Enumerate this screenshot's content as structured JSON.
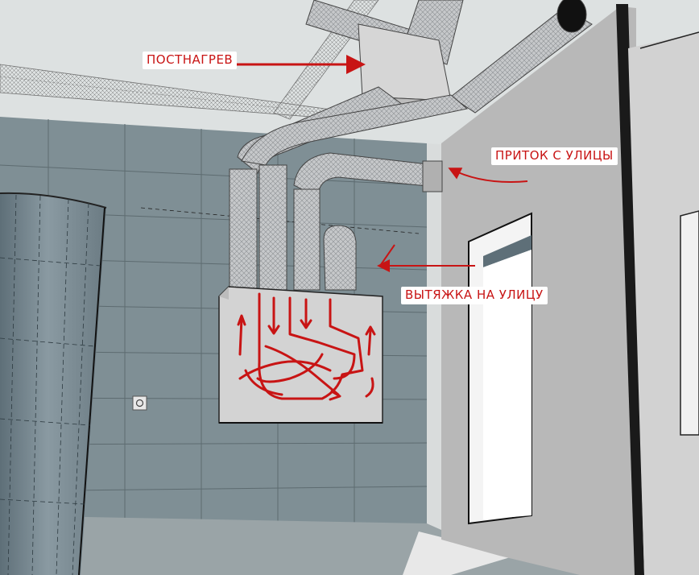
{
  "labels": {
    "postheat": "ПОСТНАГРЕВ",
    "supply": "ПРИТОК С УЛИЦЫ",
    "exhaust": "ВЫТЯЖКА НА УЛИЦУ"
  },
  "colors": {
    "annotation": "#c81414",
    "back_wall": "#7f8f95",
    "ceiling": "#dfe3e3",
    "partition": "#b9b9b9",
    "duct": "#c9cbcd",
    "unit": "#d2d2d2"
  },
  "icons": {
    "wall_socket": "power-socket-icon"
  }
}
